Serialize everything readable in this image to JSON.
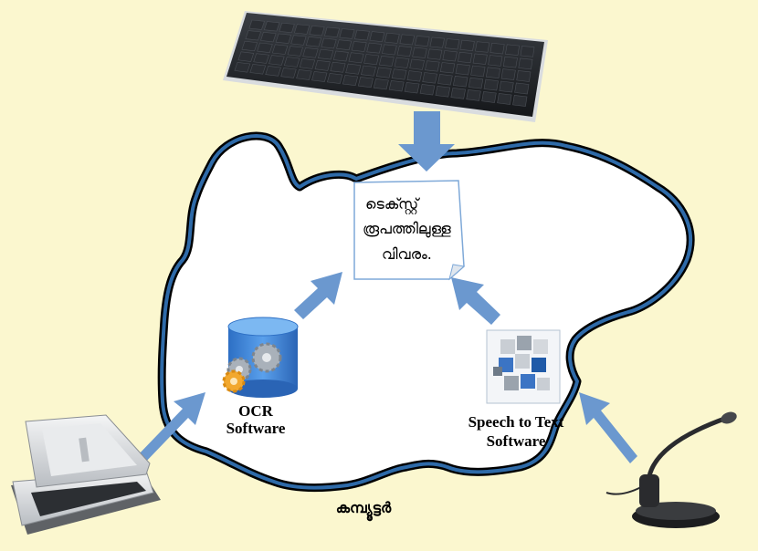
{
  "colors": {
    "background": "#fbf7cf",
    "cloud_outline": "#2e6aa8",
    "arrow": "#6b98cf",
    "keyboard": "#1f2226",
    "database": "#3b82d8",
    "gear": "#9aa3ad",
    "gear_accent": "#f2a82e"
  },
  "icons": {
    "keyboard": "keyboard-icon",
    "scanner": "flatbed-scanner-icon",
    "microphone": "desk-microphone-icon",
    "ocr": "database-gear-icon",
    "speech": "cube-stack-icon",
    "note": "paper-note-icon"
  },
  "note": {
    "lines": [
      "ടെക്സ്റ്റ്",
      "രൂപത്തിലുള്ള",
      "വിവരം."
    ]
  },
  "ocr": {
    "line1": "OCR",
    "line2": "Software"
  },
  "speech": {
    "line1": "Speech to Text",
    "line2": "Software"
  },
  "computer_label": "കമ്പ്യൂട്ടർ"
}
